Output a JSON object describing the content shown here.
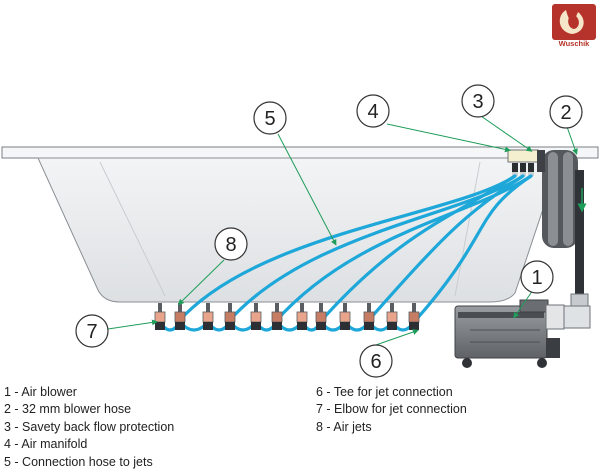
{
  "brand": {
    "name": "Wuschik"
  },
  "callouts": [
    {
      "number": "1"
    },
    {
      "number": "2"
    },
    {
      "number": "3"
    },
    {
      "number": "4"
    },
    {
      "number": "5"
    },
    {
      "number": "6"
    },
    {
      "number": "7"
    },
    {
      "number": "8"
    }
  ],
  "legend": {
    "left": [
      "1 - Air blower",
      "2 - 32 mm blower hose",
      "3 - Savety back flow protection",
      "4 - Air manifold",
      "5 - Connection hose to jets"
    ],
    "right": [
      "6 - Tee for jet connection",
      "7 - Elbow for jet connection",
      "8 - Air jets"
    ]
  },
  "colors": {
    "hose": "#1ea7d9",
    "leader_line": "#1f9d5a",
    "tub": "#e9ecef",
    "tub_outline": "#7a7f85",
    "blower_body": "#7c8085",
    "blower_hose": "#5b5f64",
    "brand_red": "#b5332a"
  }
}
